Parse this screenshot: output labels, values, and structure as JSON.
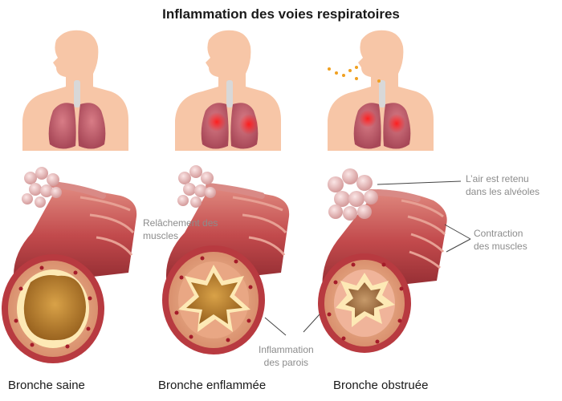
{
  "title": "Inflammation des voies respiratoires",
  "panels": [
    {
      "caption": "Bronche saine"
    },
    {
      "caption": "Bronche enflammée"
    },
    {
      "caption": "Bronche obstruée"
    }
  ],
  "annotations": {
    "relachement": {
      "line1": "Relâchement des",
      "line2": "muscles"
    },
    "inflammation": {
      "line1": "Inflammation",
      "line2": "des parois"
    },
    "air_retenu": {
      "line1": "L’air est retenu",
      "line2": "dans les alvéoles"
    },
    "contraction": {
      "line1": "Contraction",
      "line2": "des muscles"
    }
  },
  "colors": {
    "skin": "#f7c6a7",
    "lung": "#c0606e",
    "lung_inflamed": "#e8202a",
    "bronchus_outer": "#c8484e",
    "bronchus_ring": "#e6a882",
    "lumen": "#c9903a",
    "cartilage": "#fde9b5",
    "alveoli": "#ebb5b5",
    "particles": "#f0a020",
    "leader_line": "#444444"
  }
}
